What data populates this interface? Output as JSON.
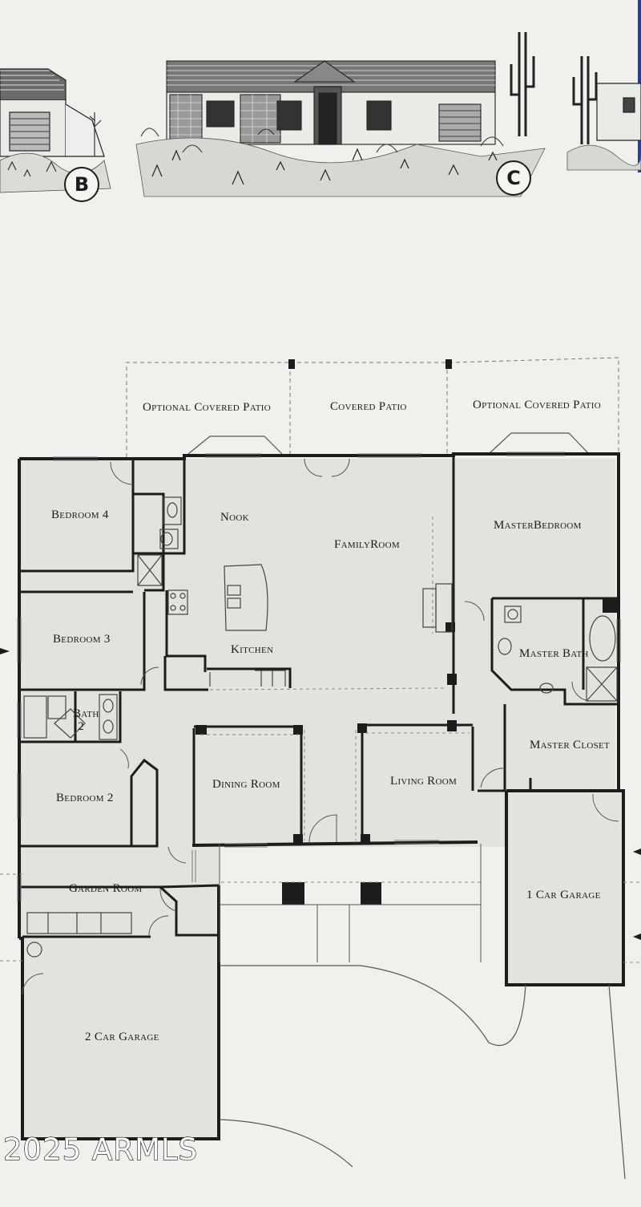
{
  "elevations": {
    "tags": [
      "B",
      "C"
    ]
  },
  "floor_plan": {
    "rooms": {
      "optional_covered_patio_left": "Optional Covered Patio",
      "covered_patio": "Covered Patio",
      "optional_covered_patio_right": "Optional Covered Patio",
      "bedroom_4": "Bedroom 4",
      "nook": "Nook",
      "family_room": "FamilyRoom",
      "master_bedroom": "MasterBedroom",
      "bedroom_3": "Bedroom 3",
      "kitchen": "Kitchen",
      "master_bath": "Master Bath",
      "bath_2": "Bath 2",
      "master_closet": "Master Closet",
      "dining_room": "Dining Room",
      "living_room": "Living Room",
      "bedroom_2": "Bedroom 2",
      "garden_room": "Garden Room",
      "one_car_garage": "1 Car Garage",
      "two_car_garage": "2 Car Garage"
    }
  },
  "watermark": "2025 ARMLS",
  "colors": {
    "paper": "#f1f0ec",
    "interior": "#e4e3de",
    "wall": "#1c1c1c",
    "edge_blue": "#2a3e8a"
  }
}
